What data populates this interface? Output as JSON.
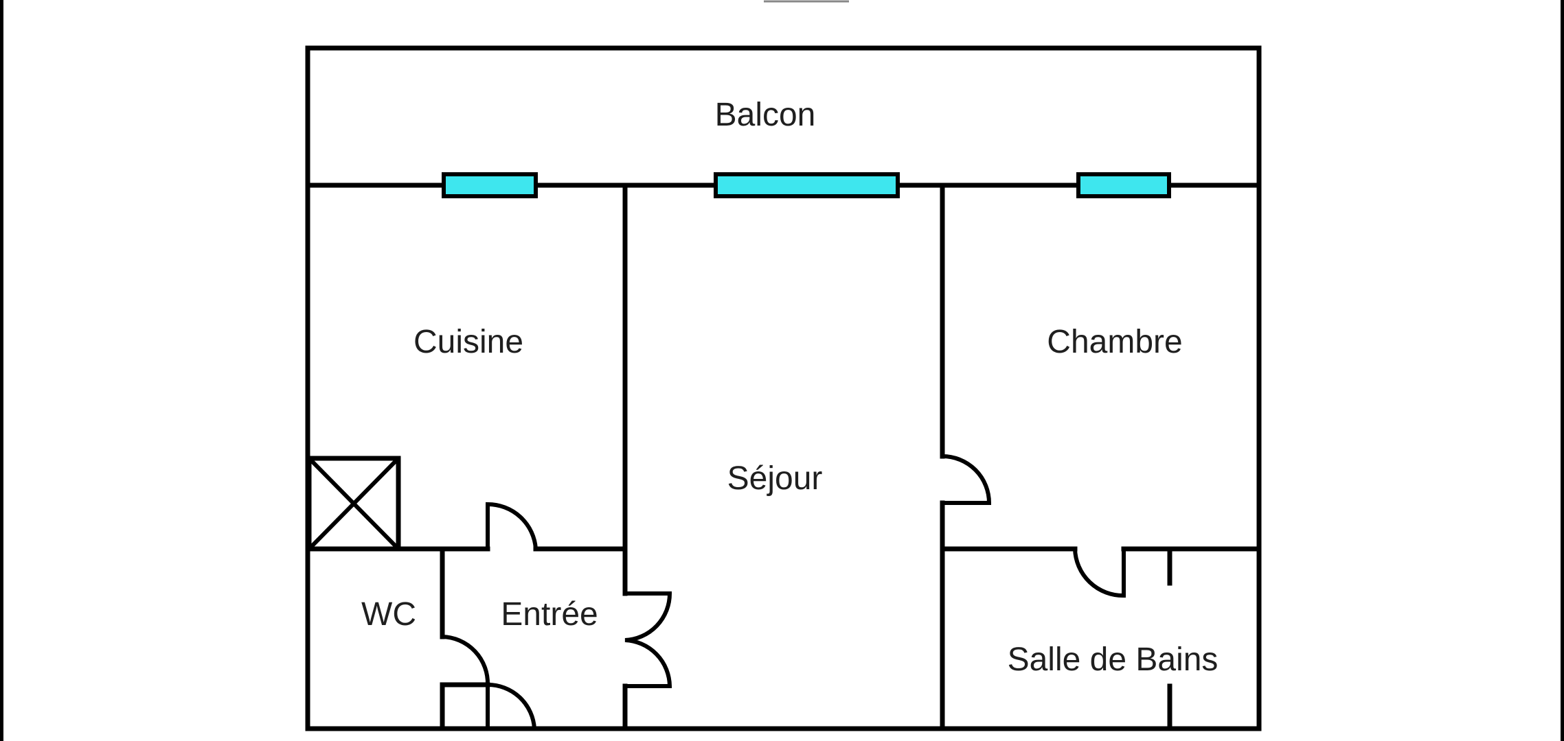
{
  "rooms": {
    "balcon": "Balcon",
    "cuisine": "Cuisine",
    "chambre": "Chambre",
    "sejour": "Séjour",
    "wc": "WC",
    "entree": "Entrée",
    "salle_de_bains": "Salle de Bains"
  },
  "colors": {
    "wall": "#000000",
    "window": "#3ee6ee",
    "background": "#ffffff",
    "frame": "#000000",
    "text": "#1f1f1f"
  }
}
